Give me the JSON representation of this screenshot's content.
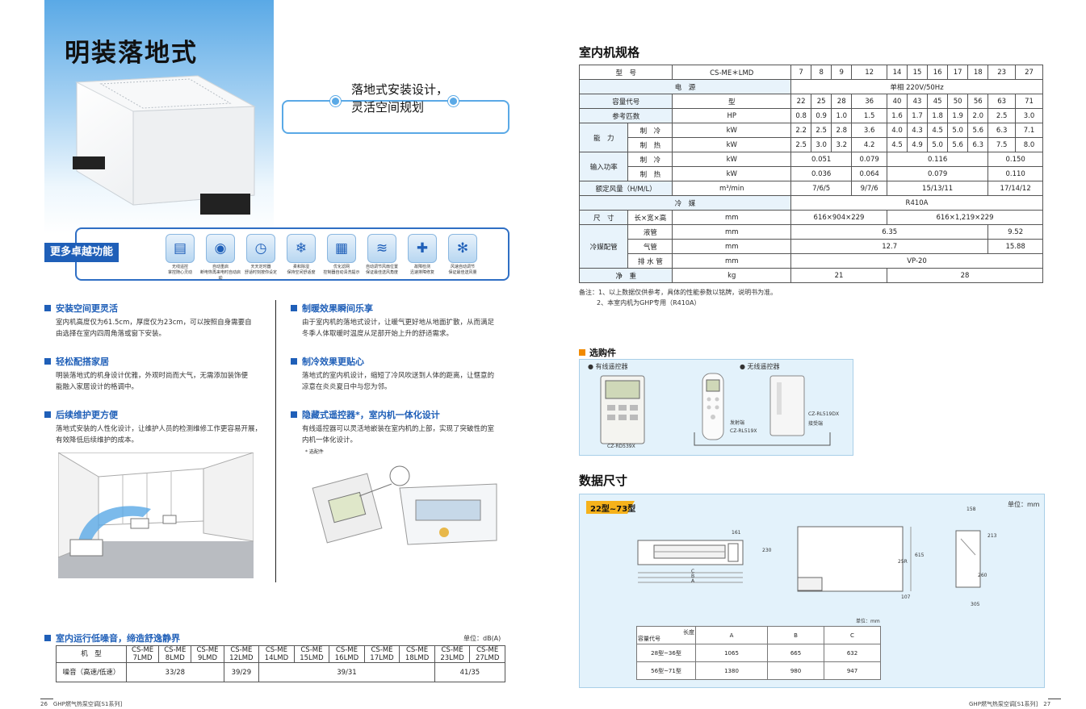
{
  "left_page": {
    "title": "明装落地式",
    "callout": {
      "line1": "落地式安装设计，",
      "line2": "灵活空间规划"
    },
    "features_label": "更多卓越功能",
    "features": [
      {
        "icon": "wireless-remote-icon",
        "glyph": "▤",
        "l1": "无线遥控",
        "l2": "掌控随心灵动"
      },
      {
        "icon": "auto-restart-icon",
        "glyph": "◉",
        "l1": "自动重启",
        "l2": "断电恢再来电时自动启动"
      },
      {
        "icon": "clock-icon",
        "glyph": "◷",
        "l1": "天天定时器",
        "l2": "舒适时刻按你设定"
      },
      {
        "icon": "gentle-defrost-icon",
        "glyph": "❄",
        "l1": "柔和除湿",
        "l2": "保持空间舒适度"
      },
      {
        "icon": "filter-icon",
        "glyph": "▦",
        "l1": "优化滤网",
        "l2": "控制器自动清洗提示"
      },
      {
        "icon": "auto-swing-icon",
        "glyph": "≋",
        "l1": "自动调节风扇位置",
        "l2": "保证最佳送风角度"
      },
      {
        "icon": "self-diagnosis-icon",
        "glyph": "✚",
        "l1": "故障检测",
        "l2": "迅速排障修复"
      },
      {
        "icon": "fan-speed-icon",
        "glyph": "✻",
        "l1": "风速自动调节",
        "l2": "保证最佳送风量"
      }
    ],
    "sections_left": [
      {
        "heading": "安装空间更灵活",
        "body": [
          "室内机高度仅为61.5cm，厚度仅为23cm，可以按照自身需要自",
          "由选择在室内四周角落或窗下安装。"
        ]
      },
      {
        "heading": "轻松配搭家居",
        "body": [
          "明装落地式的机身设计优雅，外观时尚而大气，无需添加装饰便",
          "能融入家居设计的格调中。"
        ]
      },
      {
        "heading": "后续维护更方便",
        "body": [
          "落地式安装的人性化设计，让维护人员的检测维修工作更容易开展，",
          "有效降低后续维护的成本。"
        ]
      }
    ],
    "sections_right": [
      {
        "heading": "制暖效果瞬间乐享",
        "body": [
          "由于室内机的落地式设计，让暖气更好地从地面扩散，从而满足",
          "冬季人体取暖时温度从足部开始上升的舒适需求。"
        ]
      },
      {
        "heading": "制冷效果更贴心",
        "body": [
          "落地式的室内机设计，缩短了冷风吹送到人体的距离，让惬意的",
          "凉意在炎炎夏日中与您为邻。"
        ]
      },
      {
        "heading": "隐藏式遥控器*，室内机一体化设计",
        "body": [
          "有线遥控器可以灵活地嵌装在室内机的上部，实现了突破性的室",
          "内机一体化设计。"
        ]
      }
    ],
    "option_note": "* 选配件",
    "noise": {
      "heading": "室内运行低噪音，缔造舒逸静界",
      "unit": "单位：dB(A)",
      "row1_label": "机　型",
      "models": [
        [
          "CS-ME",
          "7LMD"
        ],
        [
          "CS-ME",
          "8LMD"
        ],
        [
          "CS-ME",
          "9LMD"
        ],
        [
          "CS-ME",
          "12LMD"
        ],
        [
          "CS-ME",
          "14LMD"
        ],
        [
          "CS-ME",
          "15LMD"
        ],
        [
          "CS-ME",
          "16LMD"
        ],
        [
          "CS-ME",
          "17LMD"
        ],
        [
          "CS-ME",
          "18LMD"
        ],
        [
          "CS-ME",
          "23LMD"
        ],
        [
          "CS-ME",
          "27LMD"
        ]
      ],
      "row2_label": "噪音（高速/低速）",
      "values": [
        "33/28",
        "39/29",
        "39/31",
        "41/35"
      ]
    },
    "footer": {
      "page": "26",
      "series": "GHP燃气热泵空调[S1系列]"
    }
  },
  "right_page": {
    "spec_title": "室内机规格",
    "spec": {
      "model_label": "型　号",
      "model_series": "CS-ME＊LMD",
      "model_nums": [
        "7",
        "8",
        "9",
        "12",
        "14",
        "15",
        "16",
        "17",
        "18",
        "23",
        "27"
      ],
      "power_label": "电　源",
      "power_value": "单相 220V/50Hz",
      "capacity_code_label": "容量代号",
      "capacity_code_unit": "型",
      "capacity_codes": [
        "22",
        "25",
        "28",
        "36",
        "40",
        "43",
        "45",
        "50",
        "56",
        "63",
        "71"
      ],
      "hp_label": "参考匹数",
      "hp_unit": "HP",
      "hp_values": [
        "0.8",
        "0.9",
        "1.0",
        "1.5",
        "1.6",
        "1.7",
        "1.8",
        "1.9",
        "2.0",
        "2.5",
        "3.0"
      ],
      "capacity_label": "能　力",
      "cool_label": "制　冷",
      "heat_label": "制　热",
      "kw": "kW",
      "cool_values": [
        "2.2",
        "2.5",
        "2.8",
        "3.6",
        "4.0",
        "4.3",
        "4.5",
        "5.0",
        "5.6",
        "6.3",
        "7.1"
      ],
      "heat_values": [
        "2.5",
        "3.0",
        "3.2",
        "4.2",
        "4.5",
        "4.9",
        "5.0",
        "5.6",
        "6.3",
        "7.5",
        "8.0"
      ],
      "input_label": "输入功率",
      "input_cool": [
        "0.051",
        "0.079",
        "0.116",
        "0.150"
      ],
      "input_heat": [
        "0.036",
        "0.064",
        "0.079",
        "0.110"
      ],
      "airflow_label": "额定风量（H/M/L）",
      "airflow_unit": "m³/min",
      "airflow_values": [
        "7/6/5",
        "9/7/6",
        "15/13/11",
        "17/14/12"
      ],
      "refrigerant_label": "冷　媒",
      "refrigerant_value": "R410A",
      "size_label": "尺　寸",
      "size_sub": "长×宽×高",
      "mm": "mm",
      "size_values": [
        "616×904×229",
        "616×1,219×229"
      ],
      "piping_label": "冷媒配管",
      "liquid_label": "液管",
      "gas_label": "气管",
      "drain_label": "排 水 管",
      "liquid_values": [
        "6.35",
        "9.52"
      ],
      "gas_values": [
        "12.7",
        "15.88"
      ],
      "drain_value": "VP-20",
      "weight_label": "净　重",
      "weight_unit": "kg",
      "weight_values": [
        "21",
        "28"
      ]
    },
    "notes": [
      "备注：1、以上数据仅供参考，具体的性能参数以铭牌，说明书为准。",
      "2、本室内机为GHP专用（R410A）"
    ],
    "accessories": {
      "heading": "选购件",
      "wired_label": "● 有线遥控器",
      "wireless_label": "● 无线遥控器",
      "wired_model": "CZ-RD539X",
      "transmitter_label": "发射端",
      "transmitter_model": "CZ-RL519X",
      "receiver_model": "CZ-RL519DX",
      "receiver_label": "接受端"
    },
    "dims": {
      "heading": "数据尺寸",
      "range": "22型~73型",
      "unit_top": "单位：mm",
      "unit_table": "单位：mm",
      "labels": {
        "a": "A",
        "b": "B",
        "c": "C",
        "d161": "161",
        "d230": "230",
        "d615": "615",
        "d158": "158",
        "d213": "213",
        "d260": "260",
        "d305": "305",
        "d107": "107",
        "d25": "25R"
      },
      "table": {
        "corner_top": "长度",
        "corner_bottom": "容量代号",
        "headers": [
          "A",
          "B",
          "C"
        ],
        "rows": [
          {
            "code": "28型~36型",
            "values": [
              "1065",
              "665",
              "632"
            ]
          },
          {
            "code": "56型~71型",
            "values": [
              "1380",
              "980",
              "947"
            ]
          }
        ]
      }
    },
    "footer": {
      "page": "27",
      "series": "GHP燃气热泵空调[S1系列]"
    }
  }
}
